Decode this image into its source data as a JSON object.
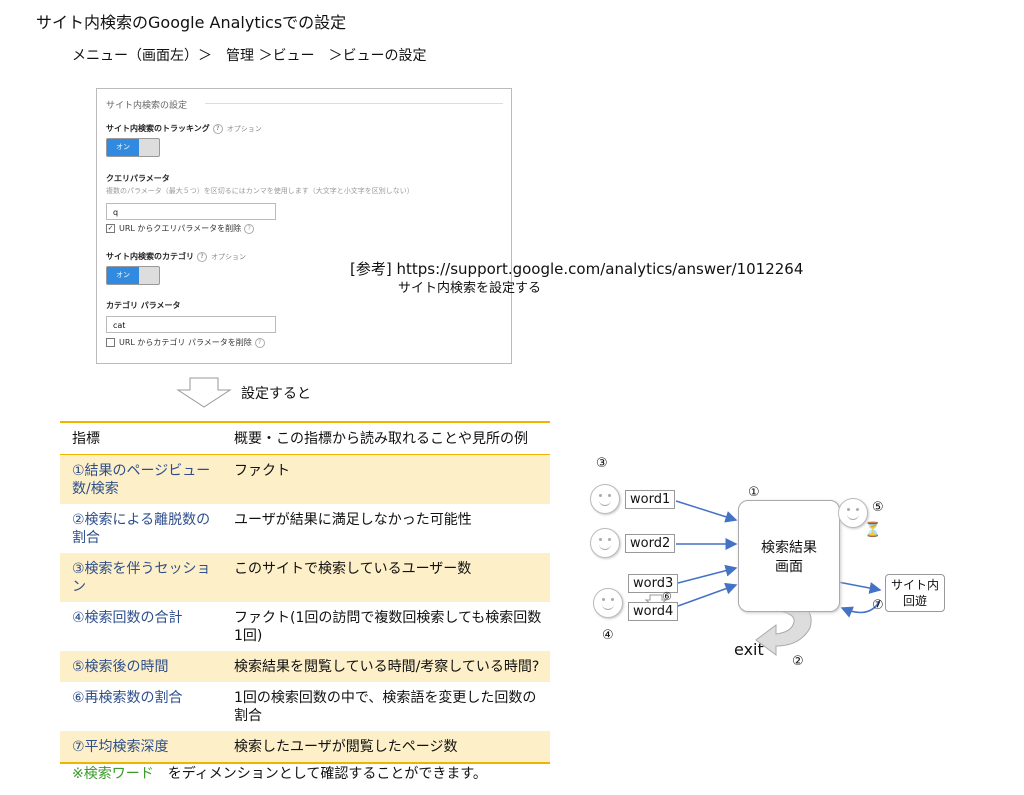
{
  "header": {
    "title": "サイト内検索のGoogle Analyticsでの設定",
    "path": "メニュー（画面左）＞　管理 ＞ビュー　＞ビューの設定"
  },
  "panel": {
    "heading": "サイト内検索の設定",
    "tracking_label": "サイト内検索のトラッキング",
    "option": "オプション",
    "toggle_on": "オン",
    "query_label": "クエリパラメータ",
    "query_hint": "複数のパラメータ（最大５つ）を区切るにはカンマを使用します（大文字と小文字を区別しない）",
    "query_value": "q",
    "query_strip": "URL からクエリパラメータを削除",
    "category_label": "サイト内検索のカテゴリ",
    "category_param_label": "カテゴリ パラメータ",
    "category_value": "cat",
    "category_strip": "URL からカテゴリ パラメータを削除"
  },
  "reference": {
    "line1": "[参考] https://support.google.com/analytics/answer/1012264",
    "line2": "サイト内検索を設定する"
  },
  "after_setting": "設定すると",
  "table": {
    "header": [
      "指標",
      "概要・この指標から読み取れることや見所の例"
    ],
    "rows": [
      [
        "①結果のページビュー数/検索",
        "ファクト"
      ],
      [
        "②検索による離脱数の割合",
        "ユーザが結果に満足しなかった可能性"
      ],
      [
        "③検索を伴うセッション",
        "このサイトで検索しているユーザー数"
      ],
      [
        "④検索回数の合計",
        "ファクト(1回の訪問で複数回検索しても検索回数1回)"
      ],
      [
        "⑤検索後の時間",
        "検索結果を閲覧している時間/考察している時間?"
      ],
      [
        "⑥再検索数の割合",
        "1回の検索回数の中で、検索語を変更した回数の割合"
      ],
      [
        "⑦平均検索深度",
        "検索したユーザが閲覧したページ数"
      ]
    ]
  },
  "note": {
    "highlight": "※検索ワード",
    "rest": "をディメンションとして確認することができます。"
  },
  "diagram": {
    "words": [
      "word1",
      "word2",
      "word3",
      "word4"
    ],
    "result_line1": "検索結果",
    "result_line2": "画面",
    "site_line1": "サイト内",
    "site_line2": "回遊",
    "exit": "exit",
    "hourglass": "⏳",
    "markers": [
      "①",
      "②",
      "③",
      "④",
      "⑤",
      "⑥",
      "⑦"
    ],
    "colors": {
      "arrow": "#4472c4",
      "gray_arrow": "#aaaaaa"
    }
  }
}
